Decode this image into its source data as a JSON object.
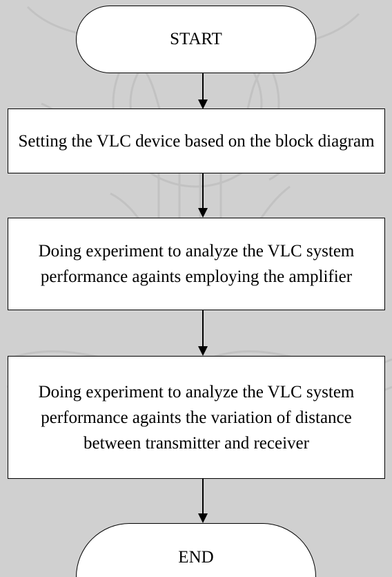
{
  "flowchart": {
    "start_label": "START",
    "steps": [
      {
        "text": "Setting the VLC device based on the block diagram"
      },
      {
        "text": "Doing experiment to analyze the VLC system performance againts employing the amplifier"
      },
      {
        "text": "Doing experiment to analyze the VLC system performance againts the variation of distance between transmitter and receiver"
      }
    ],
    "end_label": "END"
  },
  "colors": {
    "background": "#d0d0d0",
    "box_fill": "#ffffff",
    "stroke": "#000000"
  }
}
